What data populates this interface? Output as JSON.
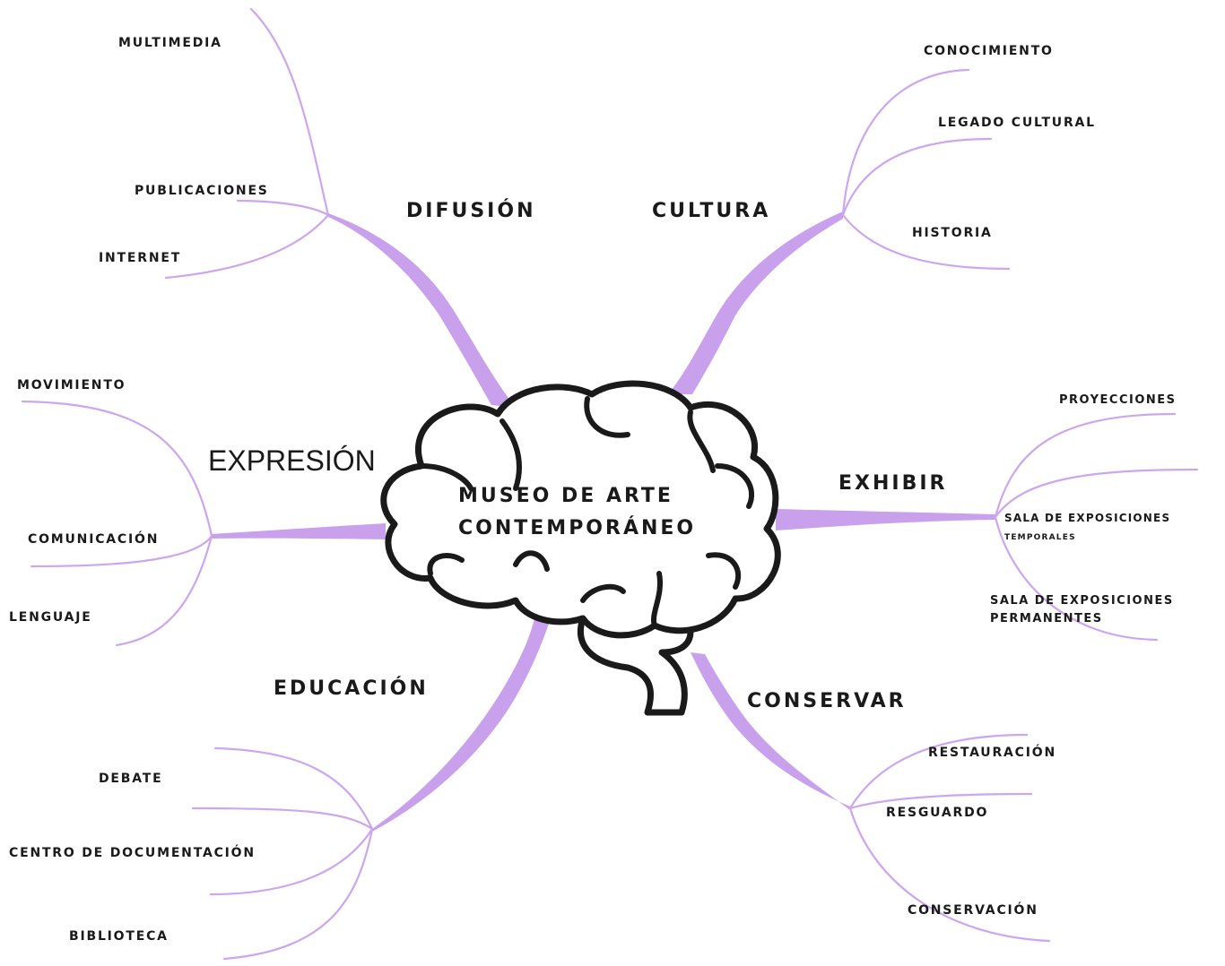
{
  "colors": {
    "branch": "#c9a0ec",
    "line": "#cca6ee",
    "text": "#1a1a1a",
    "outline": "#1a1a1a"
  },
  "center": {
    "line1": "MUSEO DE ARTE",
    "line2": "CONTEMPORÁNEO"
  },
  "icon": "brain-icon",
  "categories": {
    "difusion": {
      "label": "DIFUSIÓN",
      "items": [
        "MULTIMEDIA",
        "PUBLICACIONES",
        "INTERNET"
      ]
    },
    "cultura": {
      "label": "CULTURA",
      "items": [
        "CONOCIMIENTO",
        "LEGADO CULTURAL",
        "HISTORIA"
      ]
    },
    "expresion": {
      "label": "EXPRESIÓN",
      "items": [
        "MOVIMIENTO",
        "COMUNICACIÓN",
        "LENGUAJE"
      ]
    },
    "exhibir": {
      "label": "EXHIBIR",
      "items": [
        "PROYECCIONES",
        "SALA DE EXPOSICIONES",
        "TEMPORALES",
        "SALA DE EXPOSICIONES",
        "PERMANENTES"
      ]
    },
    "educacion": {
      "label": "EDUCACIÓN",
      "items": [
        "DEBATE",
        "CENTRO DE DOCUMENTACIÓN",
        "BIBLIOTECA"
      ]
    },
    "conservar": {
      "label": "CONSERVAR",
      "items": [
        "RESTAURACIÓN",
        "RESGUARDO",
        "CONSERVACIÓN"
      ]
    }
  }
}
